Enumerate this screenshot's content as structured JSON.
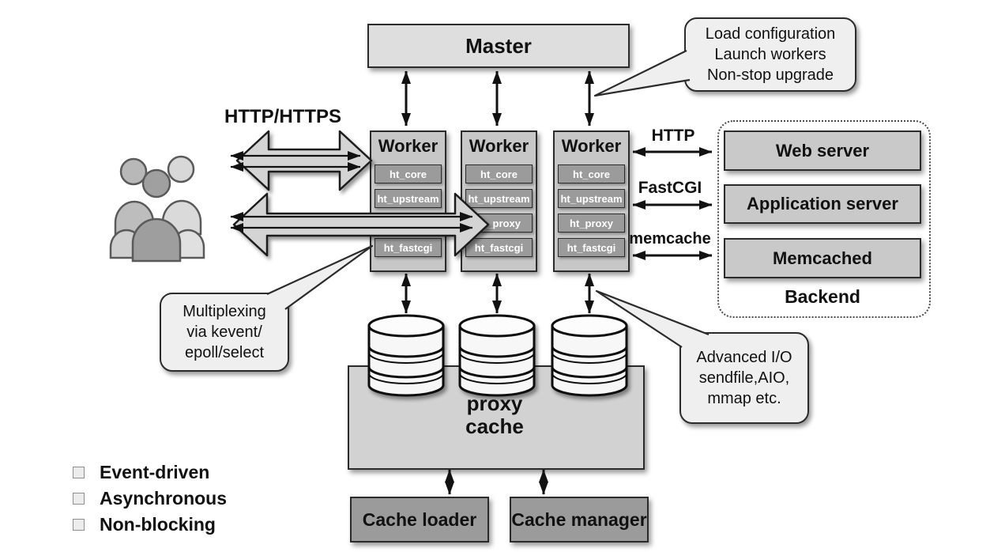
{
  "colors": {
    "outline": "#1f1f1f",
    "master_fill": "#dedede",
    "worker_fill": "#c7c7c7",
    "module_fill": "#9b9b9b",
    "server_fill": "#c9c9c9",
    "dark_box_fill": "#9b9b9b",
    "proxy_fill": "#d2d2d2",
    "callout_fill": "#efefef",
    "block_arrow_fill": "#d4d4d4"
  },
  "master": {
    "label": "Master"
  },
  "workers": {
    "title": "Worker",
    "modules": [
      "ht_core",
      "ht_upstream",
      "ht_proxy",
      "ht_fastcgi"
    ]
  },
  "clients": {
    "protocol_label": "HTTP/HTTPS"
  },
  "master_callout": {
    "line1": "Load configuration",
    "line2": "Launch workers",
    "line3": "Non-stop upgrade"
  },
  "multiplexing_callout": {
    "line1": "Multiplexing",
    "line2": "via kevent/",
    "line3": "epoll/select"
  },
  "io_callout": {
    "line1": "Advanced I/O",
    "line2": "sendfile,AIO,",
    "line3": "mmap etc."
  },
  "backend": {
    "title": "Backend",
    "protocols": [
      "HTTP",
      "FastCGI",
      "memcache"
    ],
    "servers": [
      "Web server",
      "Application server",
      "Memcached"
    ]
  },
  "proxy_cache": {
    "line1": "proxy",
    "line2": "cache"
  },
  "cache_boxes": {
    "loader": "Cache loader",
    "manager": "Cache manager"
  },
  "features": [
    "Event-driven",
    "Asynchronous",
    "Non-blocking"
  ]
}
